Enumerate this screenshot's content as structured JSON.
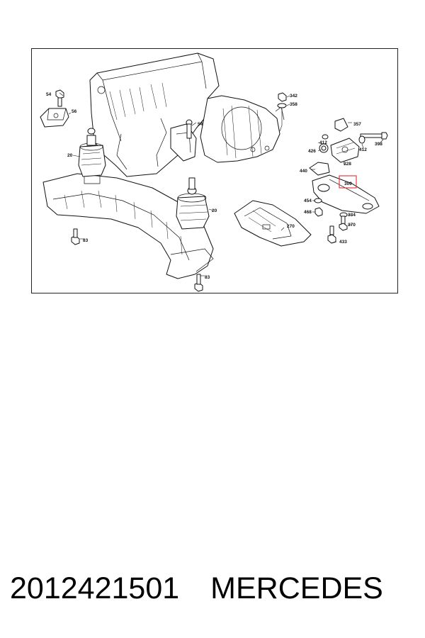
{
  "diagram": {
    "callouts": {
      "c54_left": "54",
      "c56": "56",
      "c20_left": "20",
      "c83_left": "83",
      "c54_mid": "54",
      "c20_mid": "20",
      "c83_bottom": "83",
      "c342": "342",
      "c358": "358",
      "c357": "357",
      "c412_a": "412",
      "c426": "426",
      "c412_b": "412",
      "c398": "398",
      "c328": "328",
      "c440": "440",
      "c300": "300",
      "c454": "454",
      "c468": "468",
      "c334": "334",
      "c370": "370",
      "c433": "433",
      "c270": "270"
    },
    "highlight_color": "#d9303a"
  },
  "caption": {
    "part_number": "2012421501",
    "brand": "MERCEDES"
  }
}
